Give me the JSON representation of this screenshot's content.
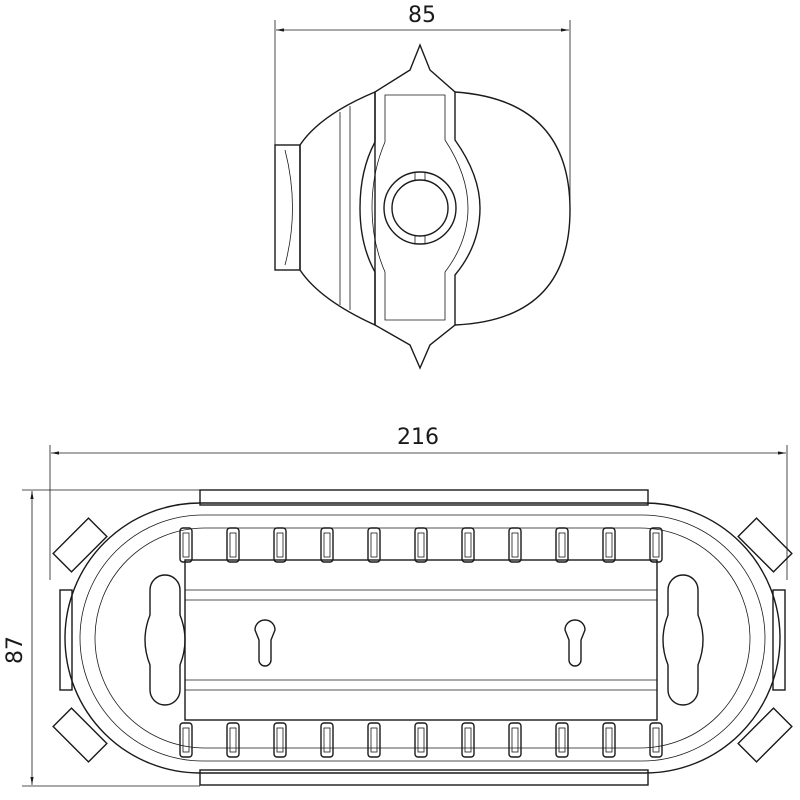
{
  "drawing": {
    "top_view": {
      "width_dimension": "85"
    },
    "front_view": {
      "length_dimension": "216",
      "height_dimension": "87",
      "clip_count_per_row": 11
    }
  },
  "colors": {
    "line": "#1a1a1a",
    "background": "#ffffff"
  }
}
